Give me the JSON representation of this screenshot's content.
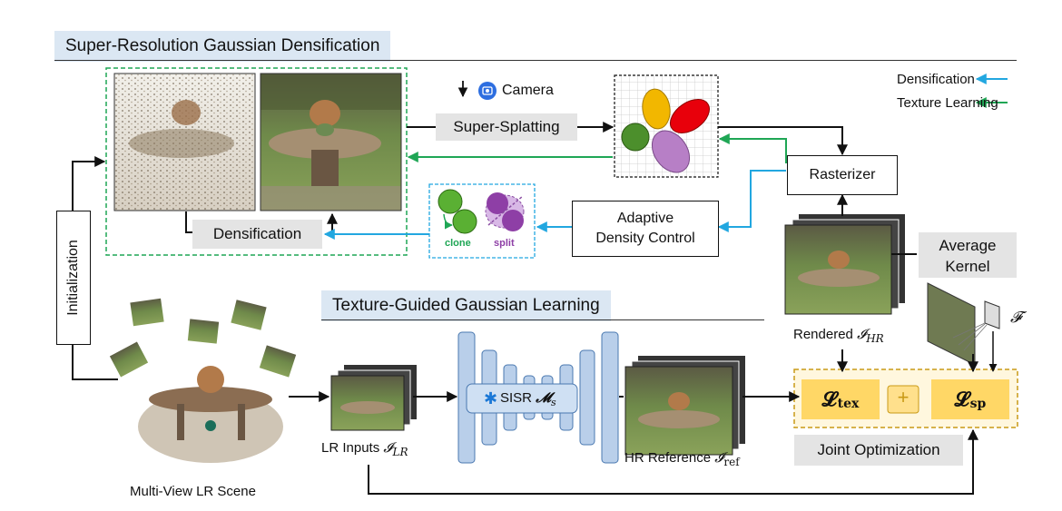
{
  "sections": {
    "top_title": "Super-Resolution Gaussian Densification",
    "mid_title": "Texture-Guided Gaussian Learning"
  },
  "legend": {
    "densification": "Densification",
    "texture_learning": "Texture Learning",
    "densification_color": "#22a7e0",
    "texture_color": "#1fa655"
  },
  "boxes": {
    "camera": "Camera",
    "super_splatting": "Super-Splatting",
    "rasterizer": "Rasterizer",
    "adaptive_line1": "Adaptive",
    "adaptive_line2": "Density Control",
    "densification": "Densification",
    "initialization": "Initialization",
    "average_kernel_line1": "Average",
    "average_kernel_line2": "Kernel",
    "joint_optimization": "Joint Optimization",
    "sisr": "SISR",
    "sisr_sym": "𝓜",
    "sisr_sub": "s"
  },
  "ops": {
    "clone": "clone",
    "split": "split"
  },
  "labels": {
    "rendered": "Rendered",
    "rendered_sym": "𝓘",
    "rendered_sub": "HR",
    "lr_inputs": "LR Inputs",
    "lr_sym": "𝓘",
    "lr_sub": "LR",
    "hr_reference": "HR Reference",
    "hr_sym": "𝓘",
    "hr_sub": "ref",
    "multi_view": "Multi-View LR Scene",
    "feature_sym": "𝓕"
  },
  "losses": {
    "tex_sym": "𝓛",
    "tex_sub": "tex",
    "sp_sym": "𝓛",
    "sp_sub": "sp",
    "plus": "+"
  }
}
